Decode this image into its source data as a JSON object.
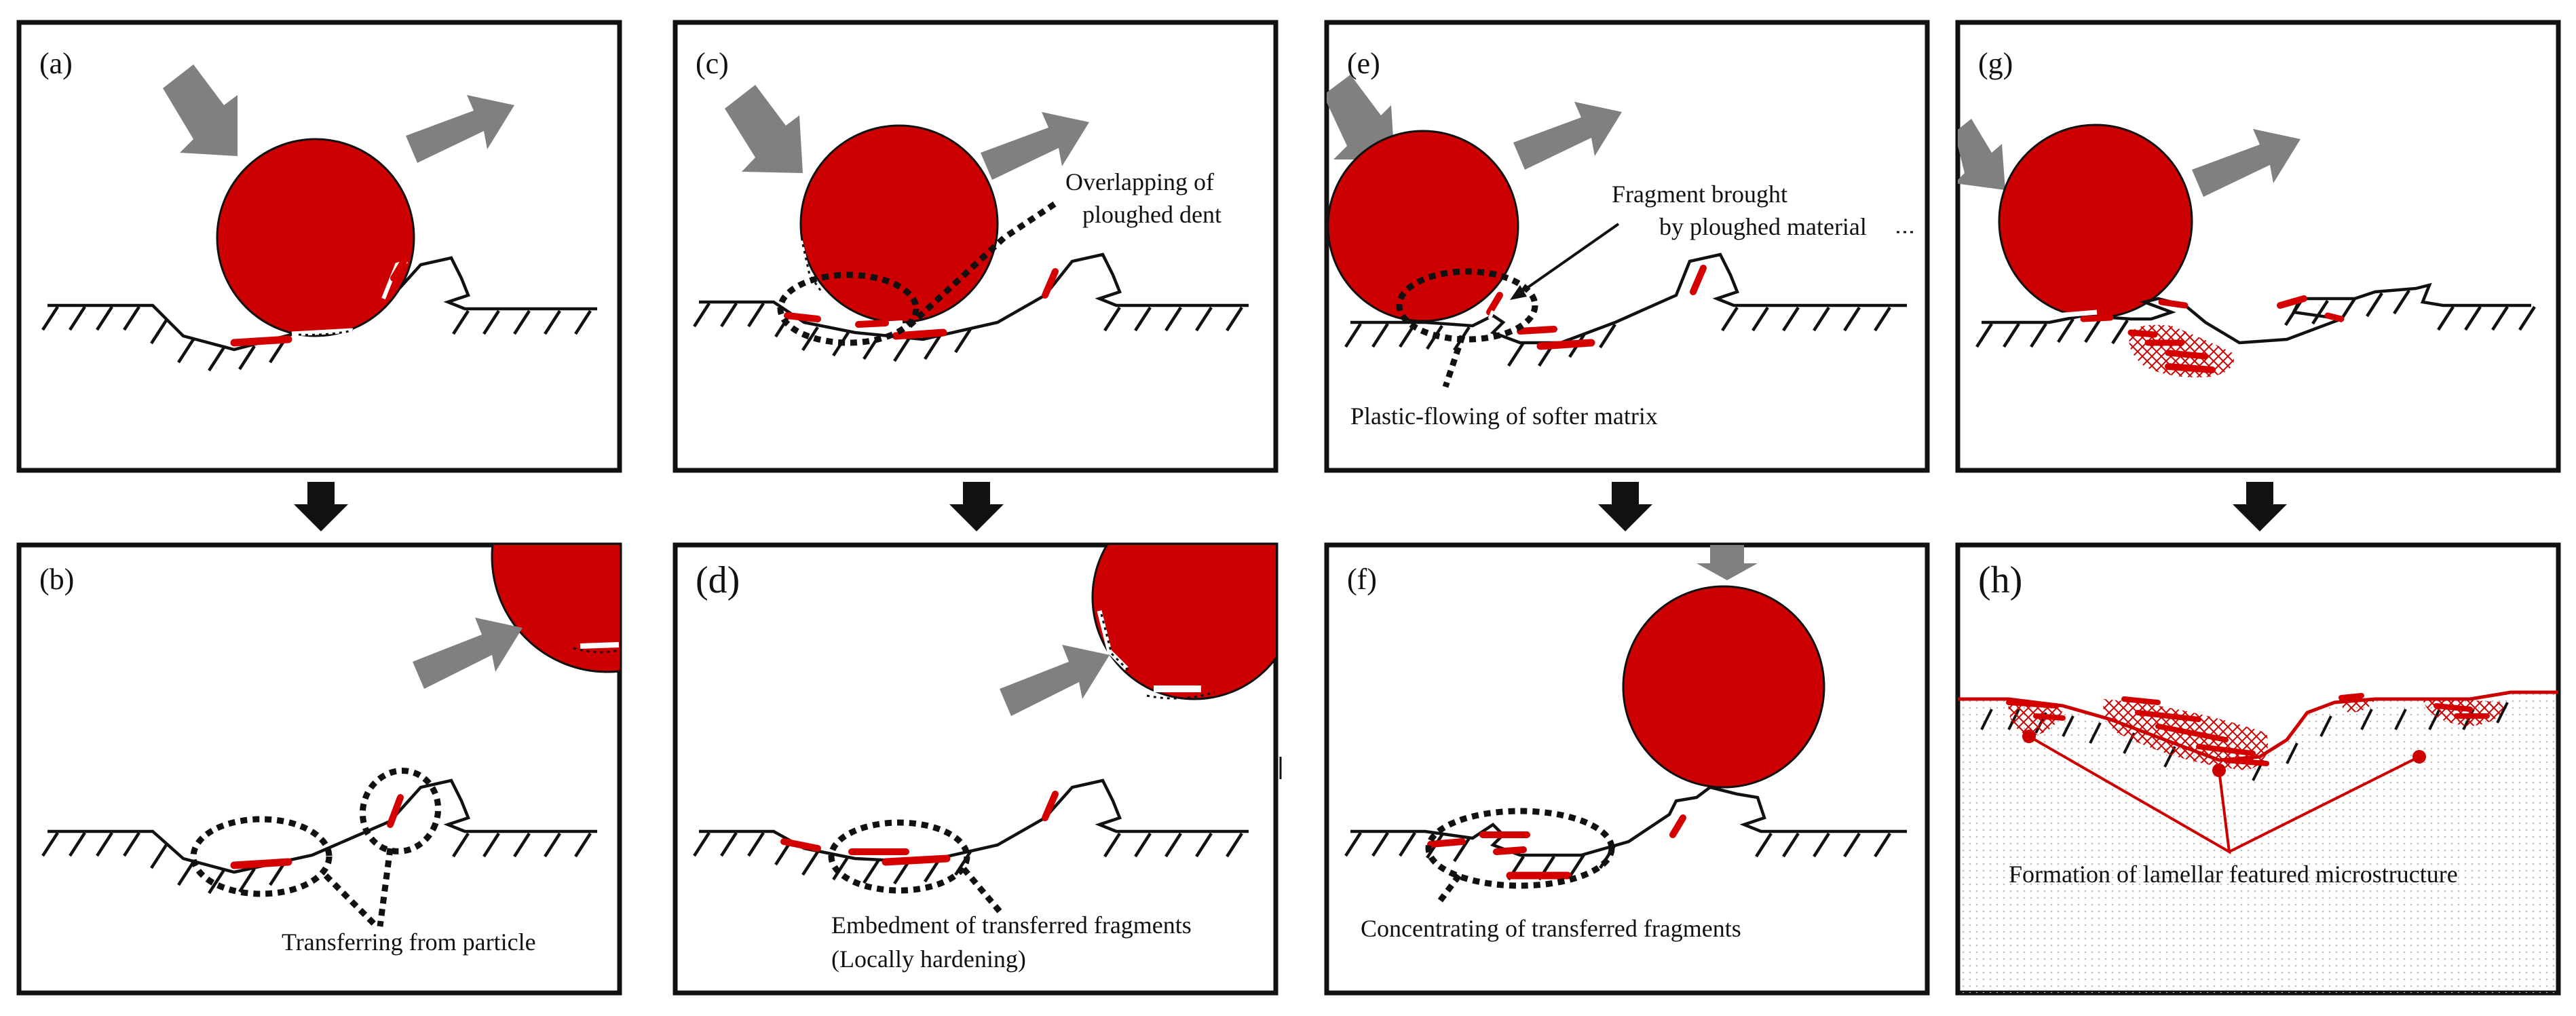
{
  "colors": {
    "ball": "#cc0000",
    "fragment": "#d40000",
    "arrow": "#808080",
    "ink": "#111111",
    "hatch_fill": "#d9d9d9"
  },
  "panels": {
    "a": {
      "letter": "(a)"
    },
    "b": {
      "letter": "(b)",
      "caption": "Transferring from particle"
    },
    "c": {
      "letter": "(c)",
      "caption_line1": "Overlapping of",
      "caption_line2": "ploughed dent"
    },
    "d": {
      "letter": "(d)",
      "caption_line1": "Embedment of transferred fragments",
      "caption_line2": "(Locally hardening)"
    },
    "e": {
      "letter": "(e)",
      "caption_line1": "Fragment brought",
      "caption_line2": "by ploughed material",
      "caption2": "Plastic-flowing of softer matrix"
    },
    "f": {
      "letter": "(f)",
      "caption": "Concentrating of transferred fragments"
    },
    "g": {
      "letter": "(g)"
    },
    "h": {
      "letter": "(h)",
      "caption": "Formation of lamellar featured microstructure"
    }
  },
  "icons": {
    "process_arrow": "down-arrow-icon",
    "motion_arrow": "motion-arrow-icon"
  }
}
